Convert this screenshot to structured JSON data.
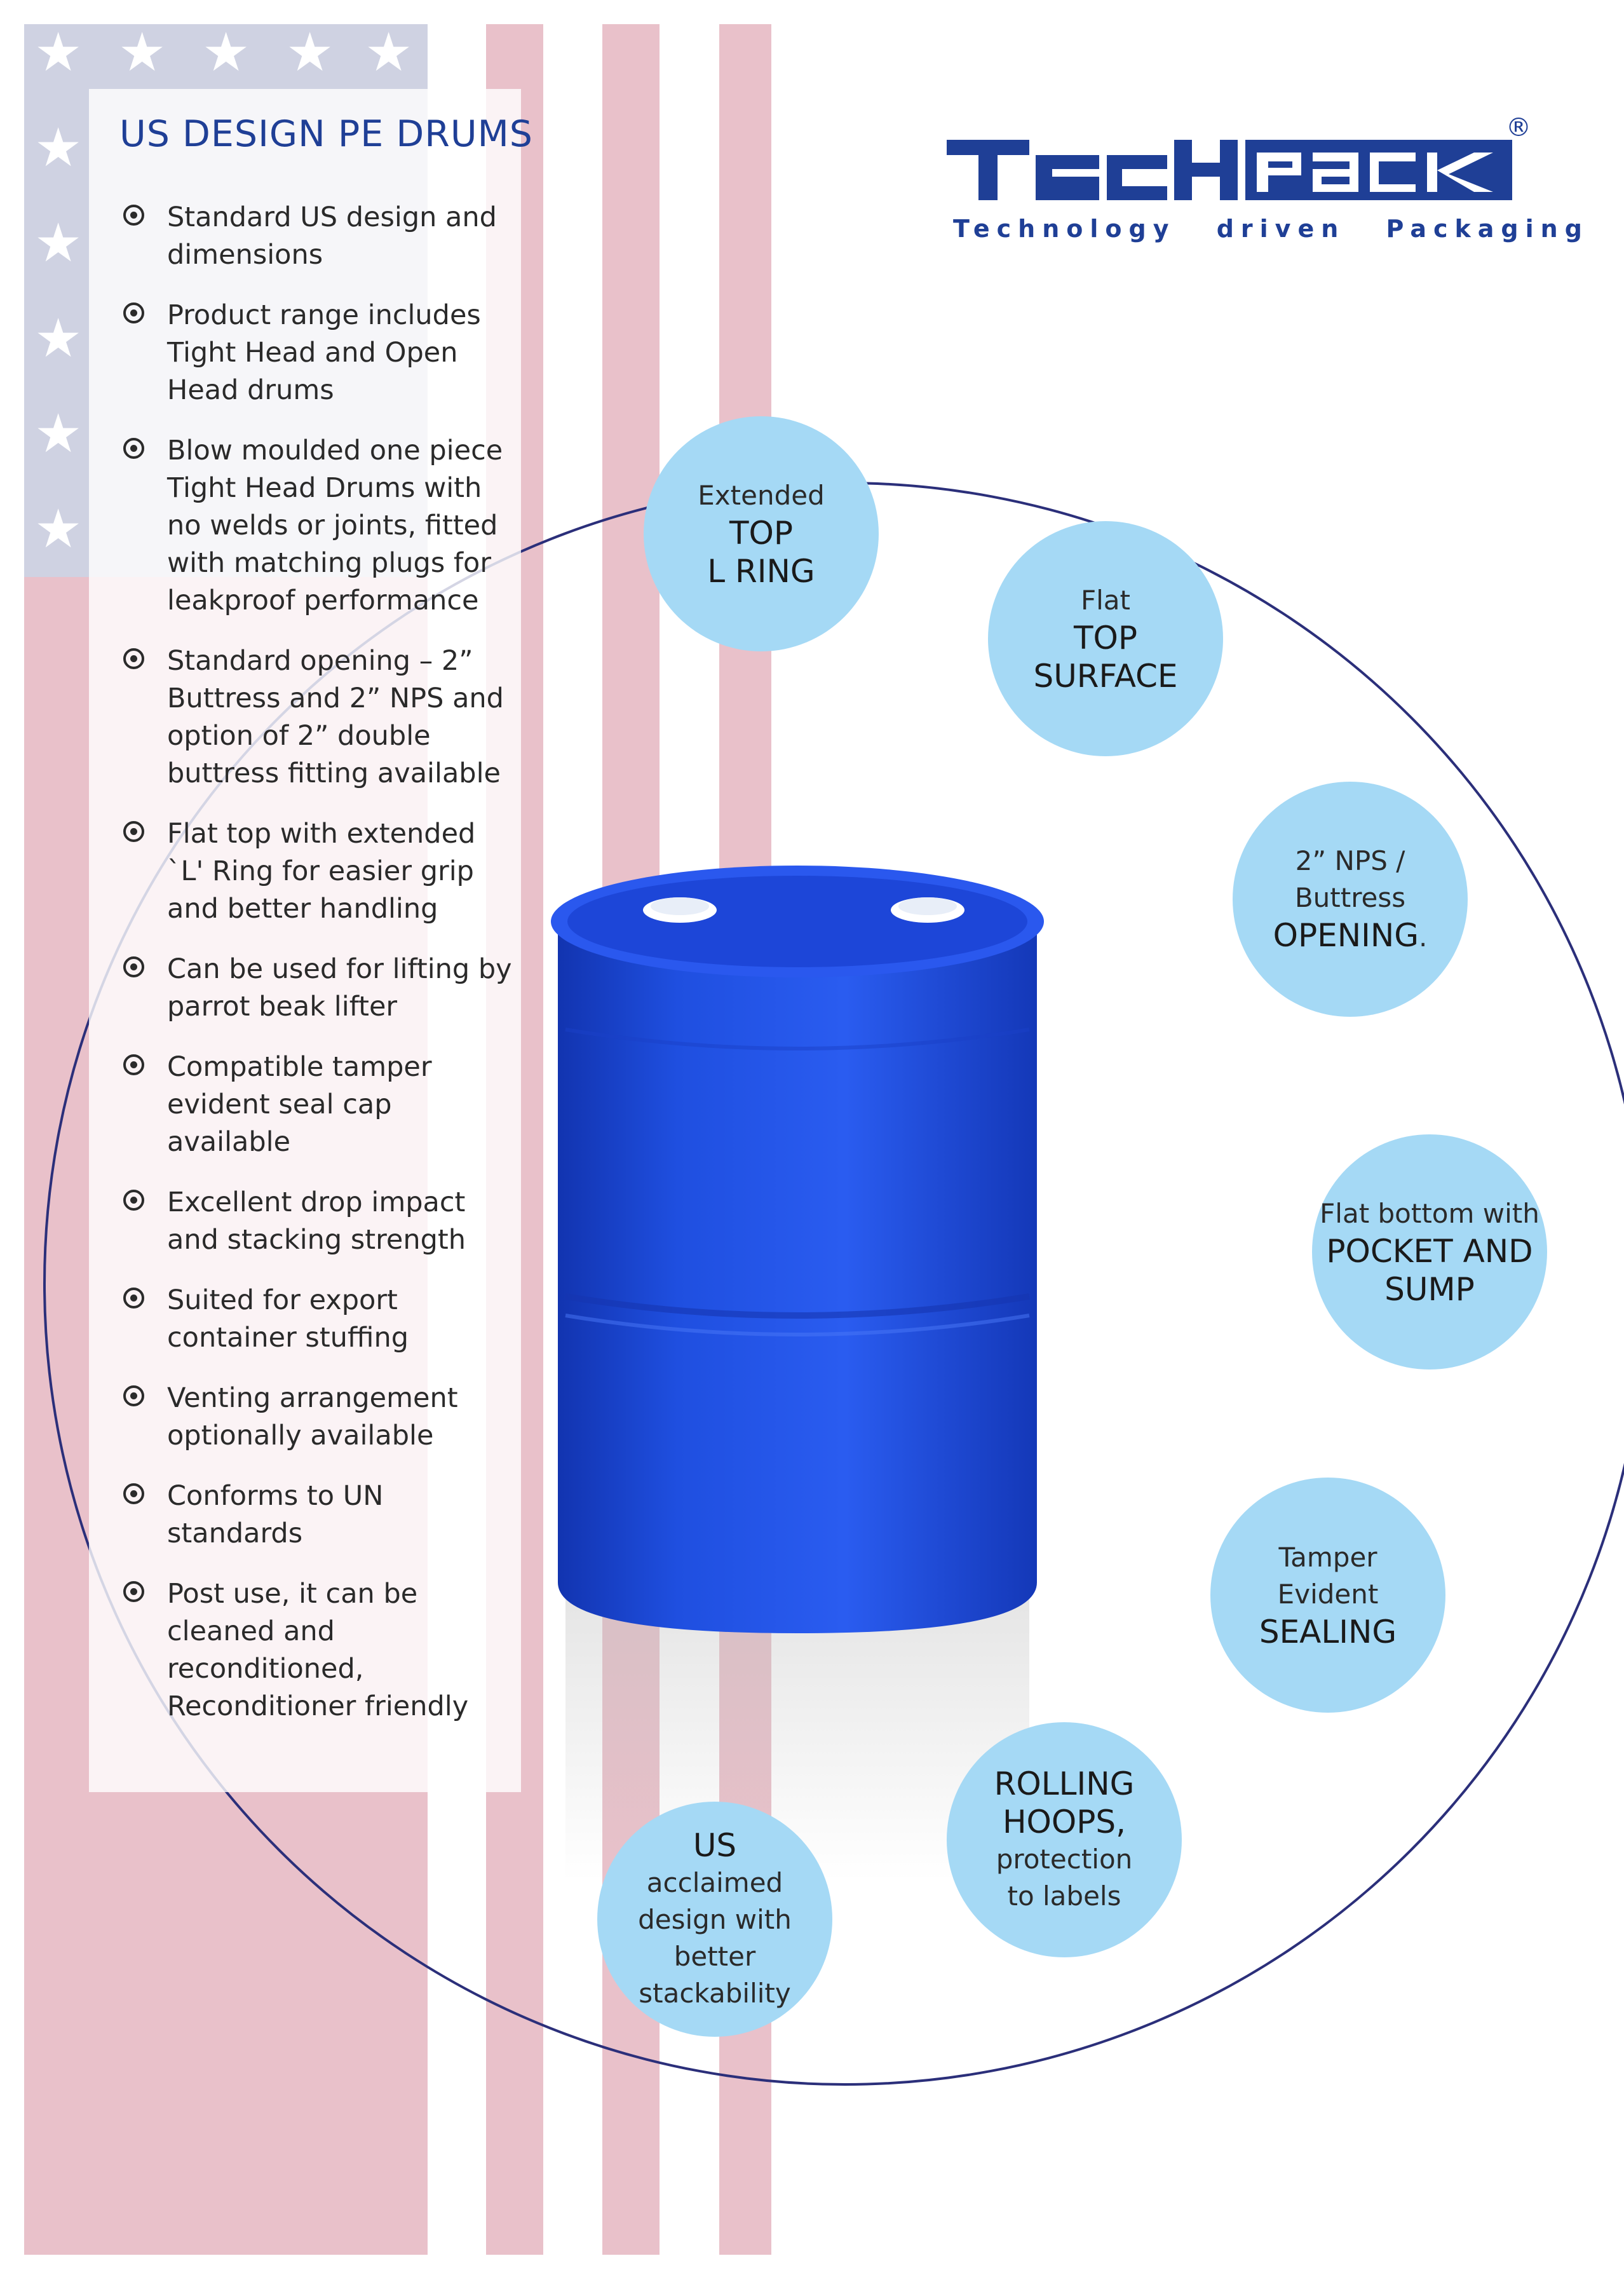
{
  "heading": "US DESIGN PE DRUMS",
  "features": [
    "Standard US design and\ndimensions",
    "Product range includes\nTight Head and Open\nHead drums",
    "Blow moulded one piece\nTight Head Drums with\nno welds or joints, fitted\nwith matching plugs for\nleakproof performance",
    "Standard opening – 2”\nButtress and 2” NPS and\noption of 2” double\nbuttress fitting available",
    "Flat top with extended\n`L' Ring for easier grip\nand better handling",
    "Can be used for lifting by\nparrot beak lifter",
    "Compatible tamper\nevident seal cap\navailable",
    "Excellent drop impact\nand stacking strength",
    "Suited for export\ncontainer stuffing",
    "Venting arrangement\noptionally available",
    "Conforms to UN\nstandards",
    "Post use, it can be\ncleaned and\nreconditioned,\nReconditioner friendly"
  ],
  "logo": {
    "name": "TECHPACK",
    "registered": "®",
    "tagline": "Technology driven Packaging"
  },
  "colors": {
    "brand_blue": "#1f3f96",
    "bubble_blue": "#a5d9f5",
    "drum_blue": "#1f4fe0",
    "flag_red": "#e9c1ca",
    "flag_canton": "#cfd2e2"
  },
  "callouts": {
    "top_l_ring": {
      "line1": "Extended",
      "bold1": "TOP",
      "bold2": "L RING"
    },
    "top_surface": {
      "line1": "Flat",
      "bold1": "TOP",
      "bold2": "SURFACE"
    },
    "opening": {
      "line1": "2” NPS /",
      "line2": "Buttress",
      "bold1": "OPENING",
      "suffix": "."
    },
    "bottom": {
      "line1": "Flat bottom with",
      "bold1": "POCKET AND",
      "bold2": "SUMP"
    },
    "sealing": {
      "line1": "Tamper",
      "line2": "Evident",
      "bold1": "SEALING"
    },
    "hoops": {
      "bold1": "ROLLING",
      "bold2": "HOOPS,",
      "line1": "protection",
      "line2": "to labels"
    },
    "us_design": {
      "bold1": "US",
      "line1": "acclaimed",
      "line2": "design with",
      "line3": "better",
      "line4": "stackability"
    }
  }
}
